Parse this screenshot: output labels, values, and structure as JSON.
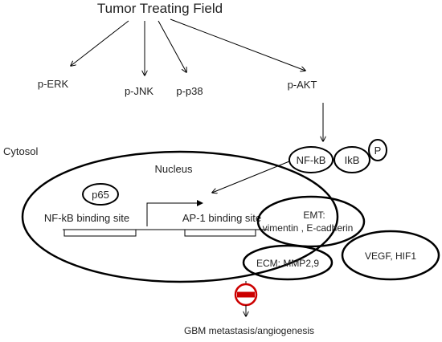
{
  "title": "Tumor Treating Field",
  "kinases": {
    "erk": "p-ERK",
    "jnk": "p-JNK",
    "p38": "p-p38",
    "akt": "p-AKT"
  },
  "cytosol_label": "Cytosol",
  "nucleus_label": "Nucleus",
  "complex": {
    "nfkb": "NF-kB",
    "ikb": "IkB",
    "p": "P"
  },
  "p65": "p65",
  "nfkb_site": "NF-kB binding site",
  "ap1_site": "AP-1 binding site",
  "emt": {
    "title": "EMT:",
    "markers": "vimentin , E-cadherin"
  },
  "ecm": "ECM: MMP2,9",
  "vegf": "VEGF, HIF1",
  "outcome": "GBM metastasis/angiogenesis",
  "colors": {
    "stroke": "#000000",
    "text": "#222222",
    "inhibit": "#cc0000"
  }
}
